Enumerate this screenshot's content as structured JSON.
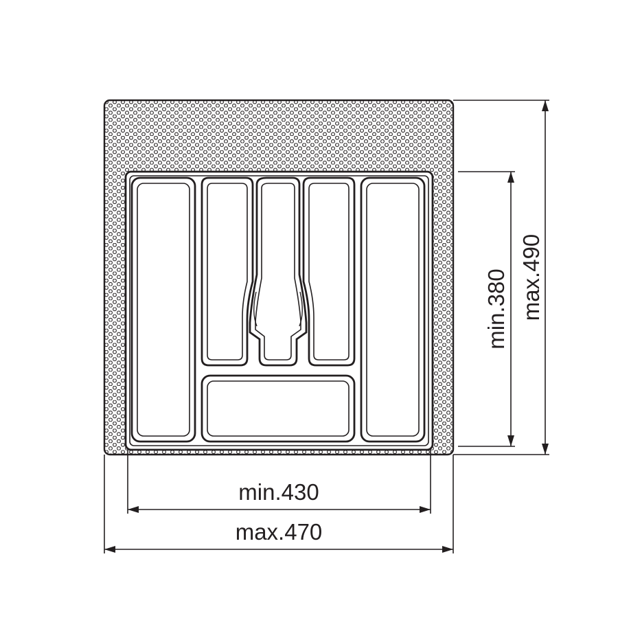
{
  "dimensions": {
    "min_width": "min.430",
    "max_width": "max.470",
    "min_depth": "min.380",
    "max_depth": "max.490"
  }
}
